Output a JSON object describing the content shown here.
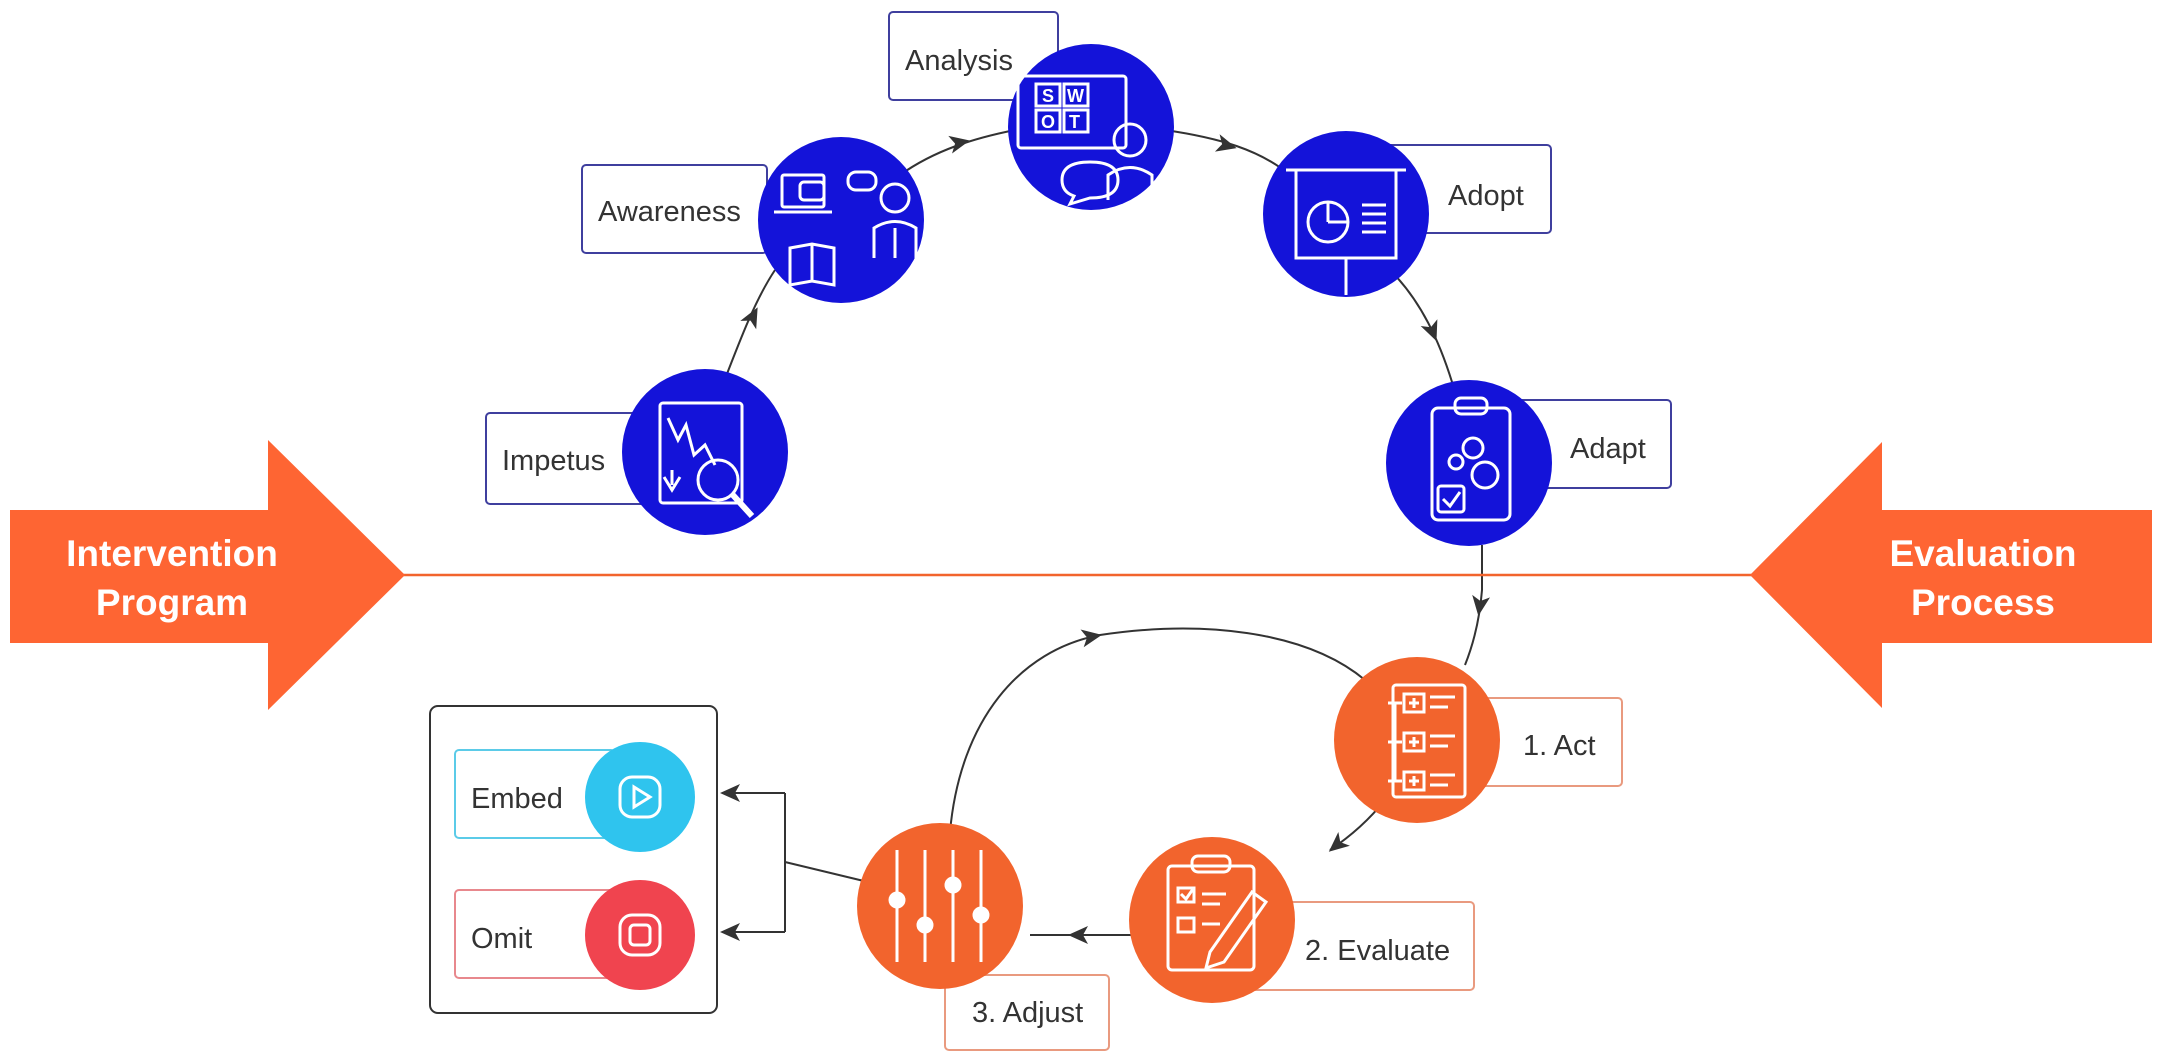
{
  "banner_left": {
    "line1": "Intervention",
    "line2": "Program"
  },
  "banner_right": {
    "line1": "Evaluation",
    "line2": "Process"
  },
  "intervention_stages": [
    {
      "label": "Impetus",
      "icon": "chart-magnifier-icon"
    },
    {
      "label": "Awareness",
      "icon": "laptop-book-person-icon"
    },
    {
      "label": "Analysis",
      "icon": "swot-board-icon"
    },
    {
      "label": "Adopt",
      "icon": "presentation-pie-chart-icon"
    },
    {
      "label": "Adapt",
      "icon": "clipboard-gears-icon"
    }
  ],
  "evaluation_stages": [
    {
      "label": "1. Act",
      "icon": "checklist-plus-icon"
    },
    {
      "label": "2. Evaluate",
      "icon": "clipboard-pencil-icon"
    },
    {
      "label": "3. Adjust",
      "icon": "slider-controls-icon"
    }
  ],
  "outcomes": [
    {
      "label": "Embed",
      "icon": "play-button-icon",
      "color": "#2fc4ee"
    },
    {
      "label": "Omit",
      "icon": "stop-button-icon",
      "color": "#f0444f"
    }
  ],
  "colors": {
    "intervention_blue": "#1413d9",
    "evaluation_orange": "#f2642d",
    "banner_orange": "#fe6533",
    "box_border_blue": "#3f3f9e",
    "box_border_orange": "#e99a7f",
    "arrow_dark": "#333333"
  }
}
